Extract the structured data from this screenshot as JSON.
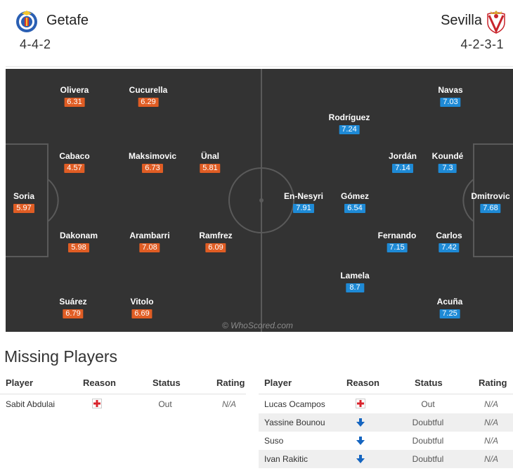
{
  "home": {
    "name": "Getafe",
    "formation": "4-4-2",
    "crest_icon": "getafe-crest-icon"
  },
  "away": {
    "name": "Sevilla",
    "formation": "4-2-3-1",
    "crest_icon": "sevilla-crest-icon"
  },
  "colors": {
    "home_rating": "#e05d24",
    "away_rating": "#1e8ad6",
    "pitch": "#333333"
  },
  "pitch": {
    "watermark": "© WhoScored.com",
    "home_players": [
      {
        "name": "Olivera",
        "rating": "6.31"
      },
      {
        "name": "Cucurella",
        "rating": "6.29"
      },
      {
        "name": "Cabaco",
        "rating": "4.57"
      },
      {
        "name": "Maksimovic",
        "rating": "6.73"
      },
      {
        "name": "Ünal",
        "rating": "5.81"
      },
      {
        "name": "Soria",
        "rating": "5.97"
      },
      {
        "name": "Dakonam",
        "rating": "5.98"
      },
      {
        "name": "Arambarri",
        "rating": "7.08"
      },
      {
        "name": "Ramfrez",
        "rating": "6.09"
      },
      {
        "name": "Suárez",
        "rating": "6.79"
      },
      {
        "name": "Vitolo",
        "rating": "6.69"
      }
    ],
    "away_players": [
      {
        "name": "Navas",
        "rating": "7.03"
      },
      {
        "name": "Rodríguez",
        "rating": "7.24"
      },
      {
        "name": "Jordán",
        "rating": "7.14"
      },
      {
        "name": "Koundé",
        "rating": "7.3"
      },
      {
        "name": "En-Nesyri",
        "rating": "7.91"
      },
      {
        "name": "Gómez",
        "rating": "6.54"
      },
      {
        "name": "Dmitrovic",
        "rating": "7.68"
      },
      {
        "name": "Fernando",
        "rating": "7.15"
      },
      {
        "name": "Carlos",
        "rating": "7.42"
      },
      {
        "name": "Lamela",
        "rating": "8.7"
      },
      {
        "name": "Acuña",
        "rating": "7.25"
      }
    ]
  },
  "missing": {
    "title": "Missing Players",
    "headers": {
      "player": "Player",
      "reason": "Reason",
      "status": "Status",
      "rating": "Rating"
    },
    "home": [
      {
        "player": "Sabit Abdulai",
        "reason_icon": "injury-icon",
        "status": "Out",
        "rating": "N/A"
      }
    ],
    "away": [
      {
        "player": "Lucas Ocampos",
        "reason_icon": "injury-icon",
        "status": "Out",
        "rating": "N/A"
      },
      {
        "player": "Yassine Bounou",
        "reason_icon": "doubtful-arrow-icon",
        "status": "Doubtful",
        "rating": "N/A"
      },
      {
        "player": "Suso",
        "reason_icon": "doubtful-arrow-icon",
        "status": "Doubtful",
        "rating": "N/A"
      },
      {
        "player": "Ivan Rakitic",
        "reason_icon": "doubtful-arrow-icon",
        "status": "Doubtful",
        "rating": "N/A"
      }
    ]
  }
}
